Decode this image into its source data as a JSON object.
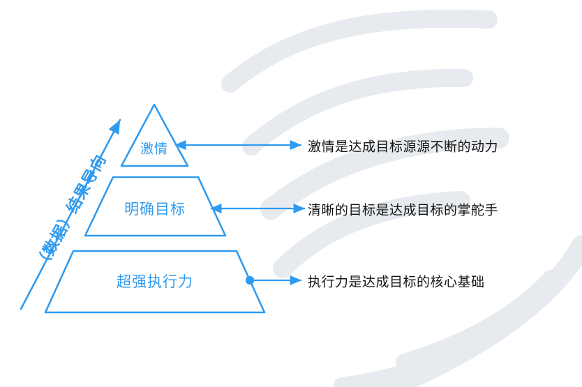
{
  "colors": {
    "accent_blue": "#2F9BF0",
    "swoosh_gray": "#E7EAEE",
    "text_dark": "#141414",
    "background": "#FFFFFF"
  },
  "axis": {
    "caption": "（数据）结果导向",
    "direction": "upward"
  },
  "pyramid": {
    "tiers": [
      {
        "id": "top",
        "label": "激情",
        "shape": "triangle",
        "description": "激情是达成目标源源不断的动力",
        "connector_end": "arrowhead"
      },
      {
        "id": "middle",
        "label": "明确目标",
        "shape": "trapezoid",
        "description": "清晰的目标是达成目标的掌舵手",
        "connector_end": "arrowhead"
      },
      {
        "id": "bottom",
        "label": "超强执行力",
        "shape": "trapezoid",
        "description": "执行力是达成目标的核心基础",
        "connector_end": "dot"
      }
    ]
  }
}
